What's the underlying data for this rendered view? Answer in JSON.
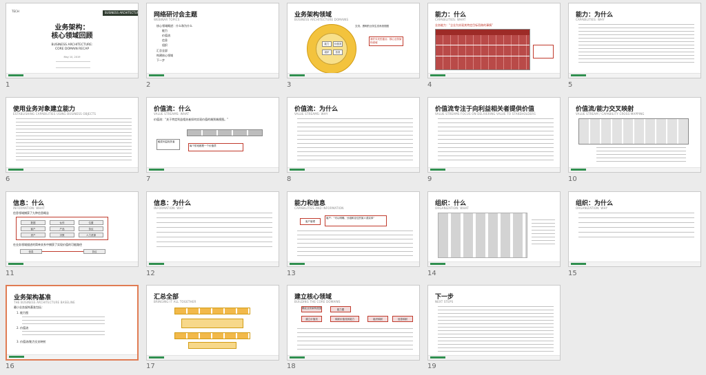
{
  "slides": [
    {
      "number": "1",
      "title": "业务架构：",
      "title2": "核心领域回顾",
      "subtitle1": "BUSINESS ARCHITECTURE:",
      "subtitle2": "CORE DOMAIN RECAP",
      "tag": "TECH",
      "brand": "BUSINESS ARCHITECTURE",
      "date": "May 10, 2019"
    },
    {
      "number": "2",
      "title": "网络研讨会主题",
      "sub": "WEBINAR TOPICS",
      "bullets": [
        "核心领域概述：什么和为什么",
        "能力",
        "价值流",
        "信息",
        "组织",
        "汇总全部",
        "构建核心领域",
        "下一步"
      ]
    },
    {
      "number": "3",
      "title": "业务架构领域",
      "sub": "BUSINESS ARCHITECTURE DOMAINS",
      "callout": "我们今天的重点：核心业务架构领域",
      "note": "交流、透明的业务生态系统视图",
      "center_labels": [
        "能力",
        "价值流",
        "组织",
        "信息"
      ]
    },
    {
      "number": "4",
      "title": "能力：什么",
      "sub": "CAPABILITIES: WHAT",
      "lead": "业务能力：“企业为实现其特定目标而做的事情”"
    },
    {
      "number": "5",
      "title": "能力：为什么",
      "sub": "CAPABILITIES: WHY"
    },
    {
      "number": "6",
      "title": "使用业务对象建立能力",
      "sub": "ESTABLISHING CAPABILITIES USING BUSINESS OBJECTS"
    },
    {
      "number": "7",
      "title": "价值流：什么",
      "sub": "VALUE STREAMS: WHAT",
      "lead": "价值流：“关于特定利益相关者如何实现价值的端到端视图。”",
      "stage_box": "每个阶段都是一个价值项",
      "stakeholder": "触发利益相关者"
    },
    {
      "number": "8",
      "title": "价值流：为什么",
      "sub": "VALUE STREAMS: WHY"
    },
    {
      "number": "9",
      "title": "价值流专注于向利益相关者提供价值",
      "sub": "VALUE STREAMS FOCUS ON DELIVERING VALUE TO STAKEHOLDERS"
    },
    {
      "number": "10",
      "title": "价值流/能力交叉映射",
      "sub": "VALUE STREAM / CAPABILITY CROSS-MAPPING"
    },
    {
      "number": "11",
      "title": "信息：什么",
      "sub": "INFORMATION: WHAT",
      "lead": "信息领域捕获了九种信息概念",
      "grid": [
        "数据",
        "伙伴",
        "位置",
        "客户",
        "产品",
        "协议",
        "资产",
        "决策",
        "人力资源"
      ],
      "foot": "在业务领域描述的简单关系中捕获了实现价值的可能路径",
      "box_left": "信息",
      "box_right": "协议"
    },
    {
      "number": "12",
      "title": "信息：为什么",
      "sub": "INFORMATION: WHY"
    },
    {
      "number": "13",
      "title": "能力和信息",
      "sub": "CAPABILITIES AND INFORMATION",
      "box_left": "客户管理",
      "callout": "客户：“可以明确、分组和定位的某人或实体”"
    },
    {
      "number": "14",
      "title": "组织：什么",
      "sub": "ORGANIZATION: WHAT"
    },
    {
      "number": "15",
      "title": "组织：为什么",
      "sub": "ORGANIZATION: WHY"
    },
    {
      "number": "16",
      "title": "业务架构基准",
      "sub": "THE BUSINESS ARCHITECTURE BASELINE",
      "lead": "最小业务架构基准包括：",
      "items": [
        "1. 能力图",
        "2. 价值流",
        "3. 价值流/能力交叉映射"
      ]
    },
    {
      "number": "17",
      "title": "汇总全部",
      "sub": "BRINGING IT ALL TOGETHER"
    },
    {
      "number": "18",
      "title": "建立核心领域",
      "sub": "BUILDING THE CORE DOMAINS",
      "boxes": [
        "确定业务架构范围",
        "能力图",
        "建立价值流",
        "映射价值流到能力",
        "组织映射",
        "信息映射"
      ]
    },
    {
      "number": "19",
      "title": "下一步",
      "sub": "NEXT STEPS"
    }
  ],
  "colors": {
    "accent": "#c0392b",
    "brand": "#2f8f4f",
    "selection": "#e07b52"
  }
}
